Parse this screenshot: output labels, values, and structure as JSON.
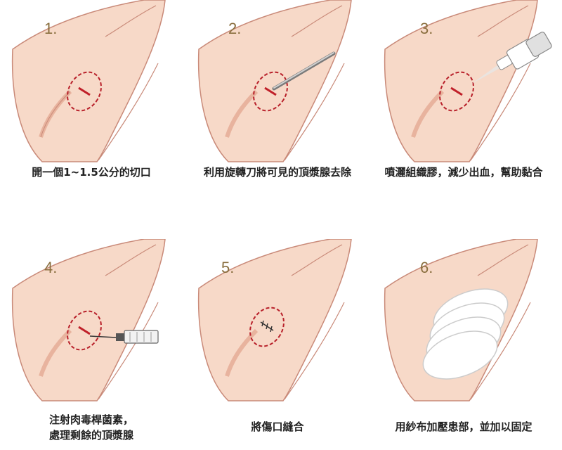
{
  "steps": [
    {
      "number": "1.",
      "caption": [
        "開一個1~1.5公分的切口"
      ],
      "tool": "none"
    },
    {
      "number": "2.",
      "caption": [
        "利用旋轉刀將可見的頂漿腺去除"
      ],
      "tool": "rotating-blade"
    },
    {
      "number": "3.",
      "caption": [
        "噴灑組織膠，減少出血，幫助黏合"
      ],
      "tool": "spray-bottle"
    },
    {
      "number": "4.",
      "caption": [
        "注射肉毒桿菌素，",
        "處理剩餘的頂漿腺"
      ],
      "tool": "syringe"
    },
    {
      "number": "5.",
      "caption": [
        "將傷口縫合"
      ],
      "tool": "sutures"
    },
    {
      "number": "6.",
      "caption": [
        "用紗布加壓患部，並加以固定"
      ],
      "tool": "gauze"
    }
  ],
  "colors": {
    "skin": "#f7d9c8",
    "crease": "#e8b39e",
    "outline": "#c98a79",
    "incision": "#c0202a",
    "dashed_circle": "#b8202a",
    "number": "#8a6f3f"
  }
}
